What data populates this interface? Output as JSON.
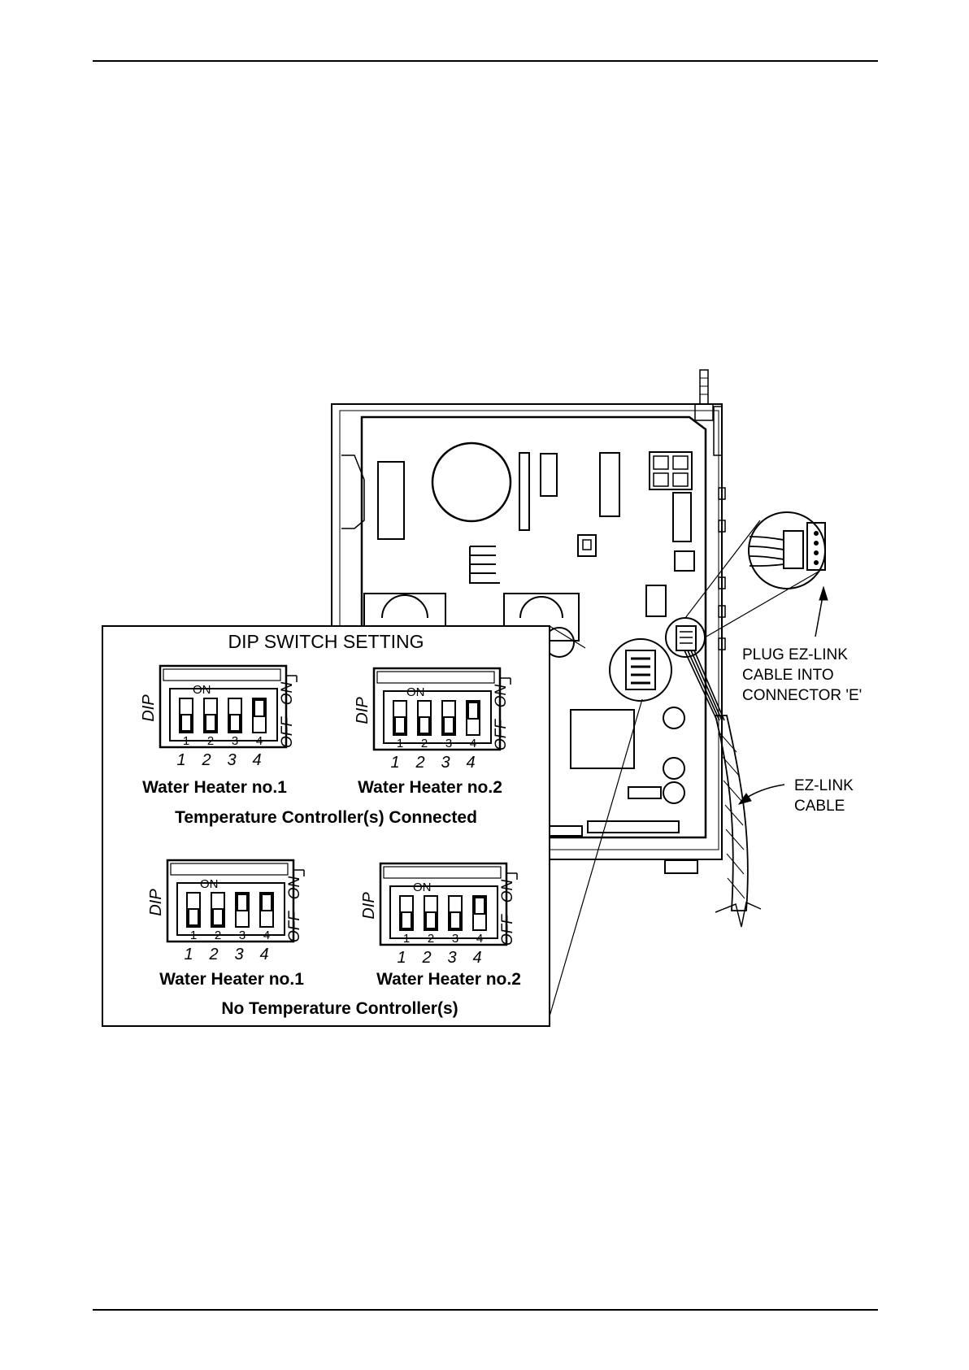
{
  "dip_panel": {
    "title": "DIP SWITCH SETTING",
    "on_label": "ON",
    "off_label": "OFF",
    "dip_label": "DIP",
    "positions": [
      "1",
      "2",
      "3",
      "4"
    ],
    "groups": [
      {
        "caption": "Temperature Controller(s) Connected",
        "heaters": [
          {
            "label": "Water Heater no.1",
            "switch_states": [
              "OFF",
              "OFF",
              "OFF",
              "ON"
            ]
          },
          {
            "label": "Water Heater no.2",
            "switch_states": [
              "OFF",
              "OFF",
              "OFF",
              "ON"
            ]
          }
        ]
      },
      {
        "caption": "No Temperature Controller(s)",
        "heaters": [
          {
            "label": "Water Heater no.1",
            "switch_states": [
              "OFF",
              "OFF",
              "ON",
              "ON"
            ]
          },
          {
            "label": "Water Heater no.2",
            "switch_states": [
              "OFF",
              "OFF",
              "OFF",
              "ON"
            ]
          }
        ]
      }
    ]
  },
  "callouts": {
    "plug": [
      "PLUG EZ-LINK",
      "CABLE INTO",
      "CONNECTOR 'E'"
    ],
    "cable": [
      "EZ-LINK",
      "CABLE"
    ]
  }
}
